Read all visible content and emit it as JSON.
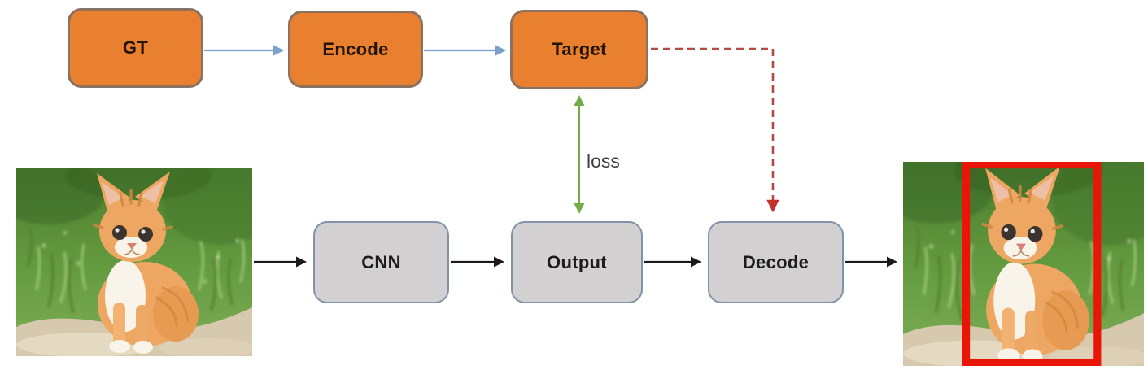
{
  "nodes": {
    "gt": {
      "label": "GT",
      "style": "orange"
    },
    "encode": {
      "label": "Encode",
      "style": "orange"
    },
    "target": {
      "label": "Target",
      "style": "orange"
    },
    "cnn": {
      "label": "CNN",
      "style": "gray"
    },
    "output": {
      "label": "Output",
      "style": "gray"
    },
    "decode": {
      "label": "Decode",
      "style": "gray"
    }
  },
  "annotations": {
    "loss_label": "loss"
  },
  "edges": [
    {
      "from": "GT",
      "to": "Encode",
      "style": "solid",
      "color": "#7da0c8"
    },
    {
      "from": "Encode",
      "to": "Target",
      "style": "solid",
      "color": "#7da0c8"
    },
    {
      "from": "Target",
      "to": "Decode",
      "style": "dashed",
      "color": "#b34a44"
    },
    {
      "from": "Target",
      "to": "Output",
      "style": "double-arrow",
      "color": "#70ad47",
      "label": "loss"
    },
    {
      "from": "input-image",
      "to": "CNN",
      "style": "solid",
      "color": "#1a1a1a"
    },
    {
      "from": "CNN",
      "to": "Output",
      "style": "solid",
      "color": "#1a1a1a"
    },
    {
      "from": "Output",
      "to": "Decode",
      "style": "solid",
      "color": "#1a1a1a"
    },
    {
      "from": "Decode",
      "to": "output-image",
      "style": "solid",
      "color": "#1a1a1a"
    }
  ],
  "images": {
    "input": {
      "description": "orange tabby kitten sitting on a stone path with green grass background"
    },
    "output": {
      "description": "same kitten photo with a red predicted bounding box around the cat"
    }
  },
  "colors": {
    "orange_box_fill": "#E8802F",
    "orange_box_border": "#8A7160",
    "gray_box_fill": "#D2D0D0",
    "gray_box_border": "#8193A8",
    "blue_arrow": "#7DA0C8",
    "green_arrow": "#70AD47",
    "red_dashed_arrow": "#B34A44",
    "black_arrow": "#1A1A1A",
    "bounding_box_red": "#E81508"
  }
}
